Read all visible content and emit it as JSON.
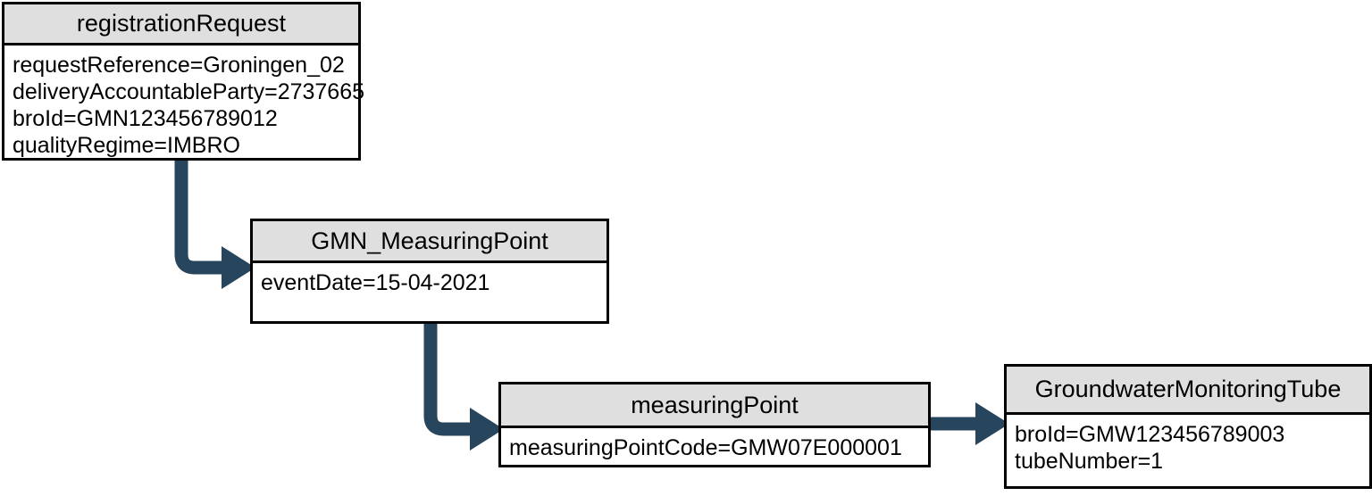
{
  "diagram": {
    "type": "object-diagram",
    "background_color": "#ffffff",
    "box_header_color": "#dfdfdf",
    "box_border_color": "#000000",
    "connector_color": "#27455c",
    "nodes": [
      {
        "id": "registrationRequest",
        "title": "registrationRequest",
        "attributes": [
          "requestReference=Groningen_02",
          "deliveryAccountableParty=2737665",
          "broId=GMN123456789012",
          "qualityRegime=IMBRO"
        ]
      },
      {
        "id": "gmnMeasuringPoint",
        "title": "GMN_MeasuringPoint",
        "attributes": [
          "eventDate=15-04-2021"
        ]
      },
      {
        "id": "measuringPoint",
        "title": "measuringPoint",
        "attributes": [
          "measuringPointCode=GMW07E000001"
        ]
      },
      {
        "id": "groundwaterMonitoringTube",
        "title": "GroundwaterMonitoringTube",
        "attributes": [
          "broId=GMW123456789003",
          "tubeNumber=1"
        ]
      }
    ],
    "edges": [
      {
        "id": "edge-1",
        "from": "registrationRequest",
        "to": "gmnMeasuringPoint",
        "shape": "elbow-down-right"
      },
      {
        "id": "edge-2",
        "from": "gmnMeasuringPoint",
        "to": "measuringPoint",
        "shape": "elbow-down-right"
      },
      {
        "id": "edge-3",
        "from": "measuringPoint",
        "to": "groundwaterMonitoringTube",
        "shape": "straight-right"
      }
    ]
  }
}
